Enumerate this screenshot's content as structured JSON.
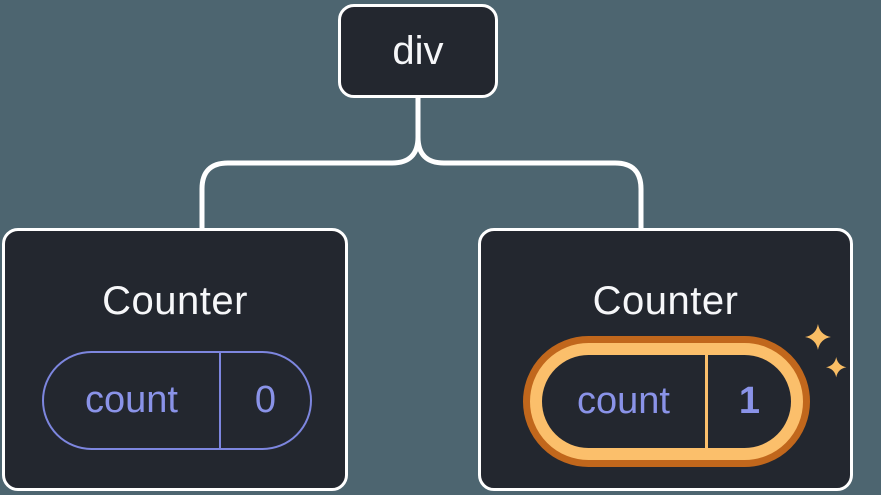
{
  "colors": {
    "background": "#4d6570",
    "node-fill": "#23272f",
    "node-border": "#ffffff",
    "text-light": "#f6f7f9",
    "accent-purple": "#8a93e8",
    "accent-purple-dim": "#7d86df",
    "highlight-outer": "#c1671c",
    "highlight-inner": "#fbbf6b",
    "sparkle": "#f9bd64"
  },
  "tree": {
    "root": {
      "label": "div"
    },
    "children": [
      {
        "title": "Counter",
        "state_key": "count",
        "state_value": "0",
        "highlighted": false
      },
      {
        "title": "Counter",
        "state_key": "count",
        "state_value": "1",
        "highlighted": true
      }
    ]
  }
}
